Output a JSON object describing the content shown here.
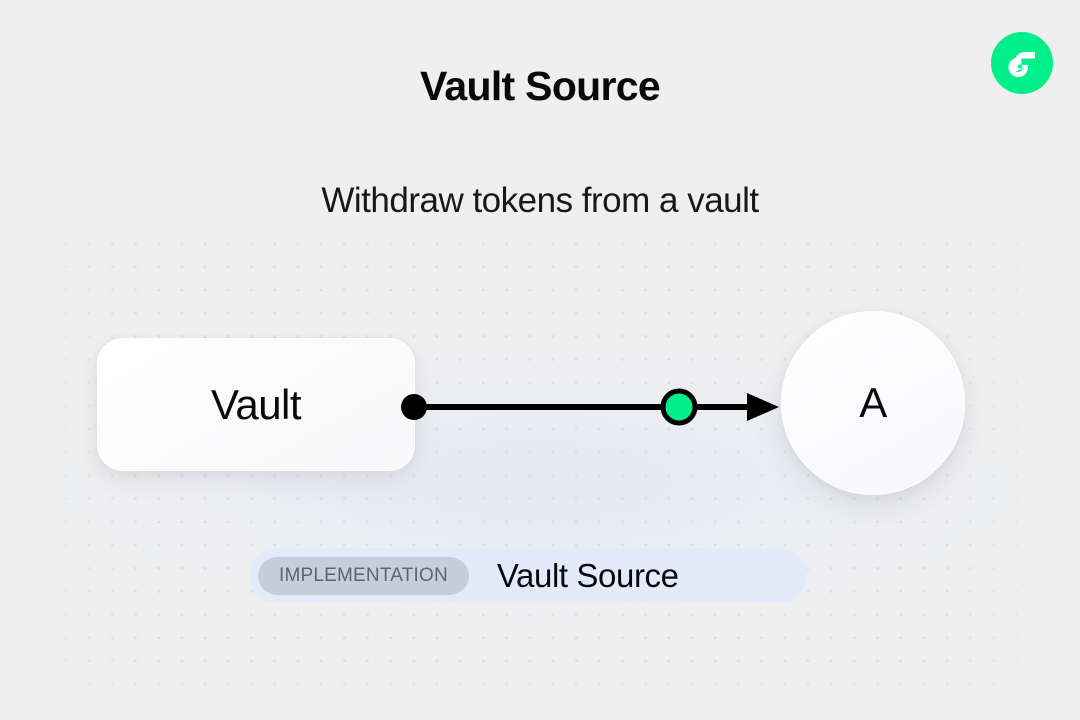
{
  "header": {
    "title": "Vault Source",
    "subtitle": "Withdraw tokens from a vault"
  },
  "brand": {
    "logo_icon": "flow-logo-icon",
    "logo_color": "#00EF8B"
  },
  "diagram": {
    "type": "flow-graph",
    "nodes": [
      {
        "id": "vault",
        "label": "Vault",
        "shape": "rounded-rect"
      },
      {
        "id": "a",
        "label": "A",
        "shape": "circle"
      }
    ],
    "edges": [
      {
        "id": "vault-to-a",
        "from": "vault",
        "to": "a",
        "source_handle": "source-dot",
        "marker": "arrowhead",
        "token_marker_color": "#00EF8B",
        "line_color": "#000000"
      }
    ]
  },
  "badge": {
    "kind_label": "IMPLEMENTATION",
    "name": "Vault Source",
    "pill_color": "#E3EBFB",
    "chip_color": "#C5CEDD",
    "chip_text_color": "#5C6673"
  },
  "canvas": {
    "background_color": "#EFEFEF",
    "dot_color": "#DEDEDF"
  }
}
